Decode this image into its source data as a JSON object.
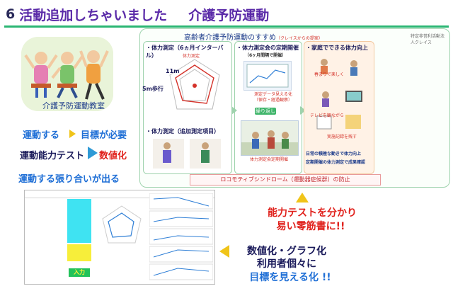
{
  "header": {
    "number": "6",
    "title": "活動追加しちゃいました",
    "subtitle": "介護予防運動"
  },
  "clipart": {
    "caption": "介護予防運動教室",
    "icon": "exercising-seniors-illustration"
  },
  "left_flow": {
    "line1_a": "運動する",
    "line1_b": "目標が必要",
    "line2_a": "運動能力テスト",
    "line2_b": "数値化",
    "line3": "運動する張り合いが出る"
  },
  "panel": {
    "title": "高齢者介護予防運動のすすめ",
    "title_note": "（クレイスからの提案）",
    "org": "特定非営利活動法人クレイス",
    "left_box": {
      "heading1": "・体力測定（6ヵ月インターバル）",
      "label_center": "体力測定",
      "label_11m": "11m",
      "label_5m": "5m歩行",
      "heading2": "・体力測定（追加測定項目）"
    },
    "mid_box": {
      "heading": "・体力測定会の定期開催",
      "heading_sub": "（6ヶ月間隔で開催）",
      "data_label": "測定データ見える化",
      "data_label_sub": "（保存・経過観察）",
      "repeat_label": "繰り返し",
      "event_label": "体力測定会定期開催"
    },
    "right_box": {
      "heading": "・家庭でできる体力向上",
      "tip1": "春まりで楽しく",
      "tip2": "テレビを観ながら",
      "tip3": "実施記録を残す",
      "footer1": "日常の積極な動きで体力向上",
      "footer2": "定期開催の体力測定で成果確認"
    },
    "banner": "ロコモティブシンドローム（運動器症候群）の防止"
  },
  "sheet": {
    "summary_label": "入力",
    "notice": "入力"
  },
  "callouts": {
    "c1_line1": "能力テストを分かり",
    "c1_line2": "易い零筋書に!!",
    "c2_line1": "数値化・グラフ化",
    "c2_line2": "利用者個々に",
    "c2_line3": "目標を見える化 !!"
  },
  "colors": {
    "accent_purple": "#5a2aa8",
    "rule_green": "#2bb673",
    "emphasis_red": "#e0211c",
    "flow_blue": "#1f6fd6",
    "arrow_yellow": "#f0c419"
  }
}
